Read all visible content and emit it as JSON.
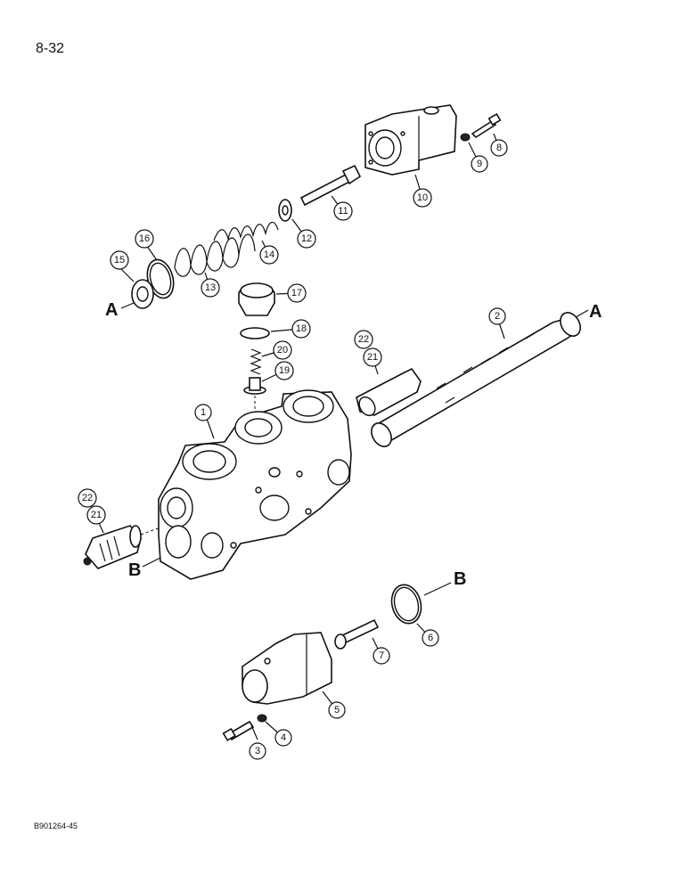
{
  "page": {
    "number": "8-32",
    "figure_code": "B901264-45"
  },
  "letters": {
    "a": "A",
    "b": "B"
  },
  "callouts": {
    "c1": "1",
    "c2": "2",
    "c3": "3",
    "c4": "4",
    "c5": "5",
    "c6": "6",
    "c7": "7",
    "c8": "8",
    "c9": "9",
    "c10": "10",
    "c11": "11",
    "c12": "12",
    "c13": "13",
    "c14": "14",
    "c15": "15",
    "c16": "16",
    "c17": "17",
    "c18": "18",
    "c19": "19",
    "c20": "20",
    "c21a": "21",
    "c22a": "22",
    "c21b": "21",
    "c22b": "22"
  }
}
